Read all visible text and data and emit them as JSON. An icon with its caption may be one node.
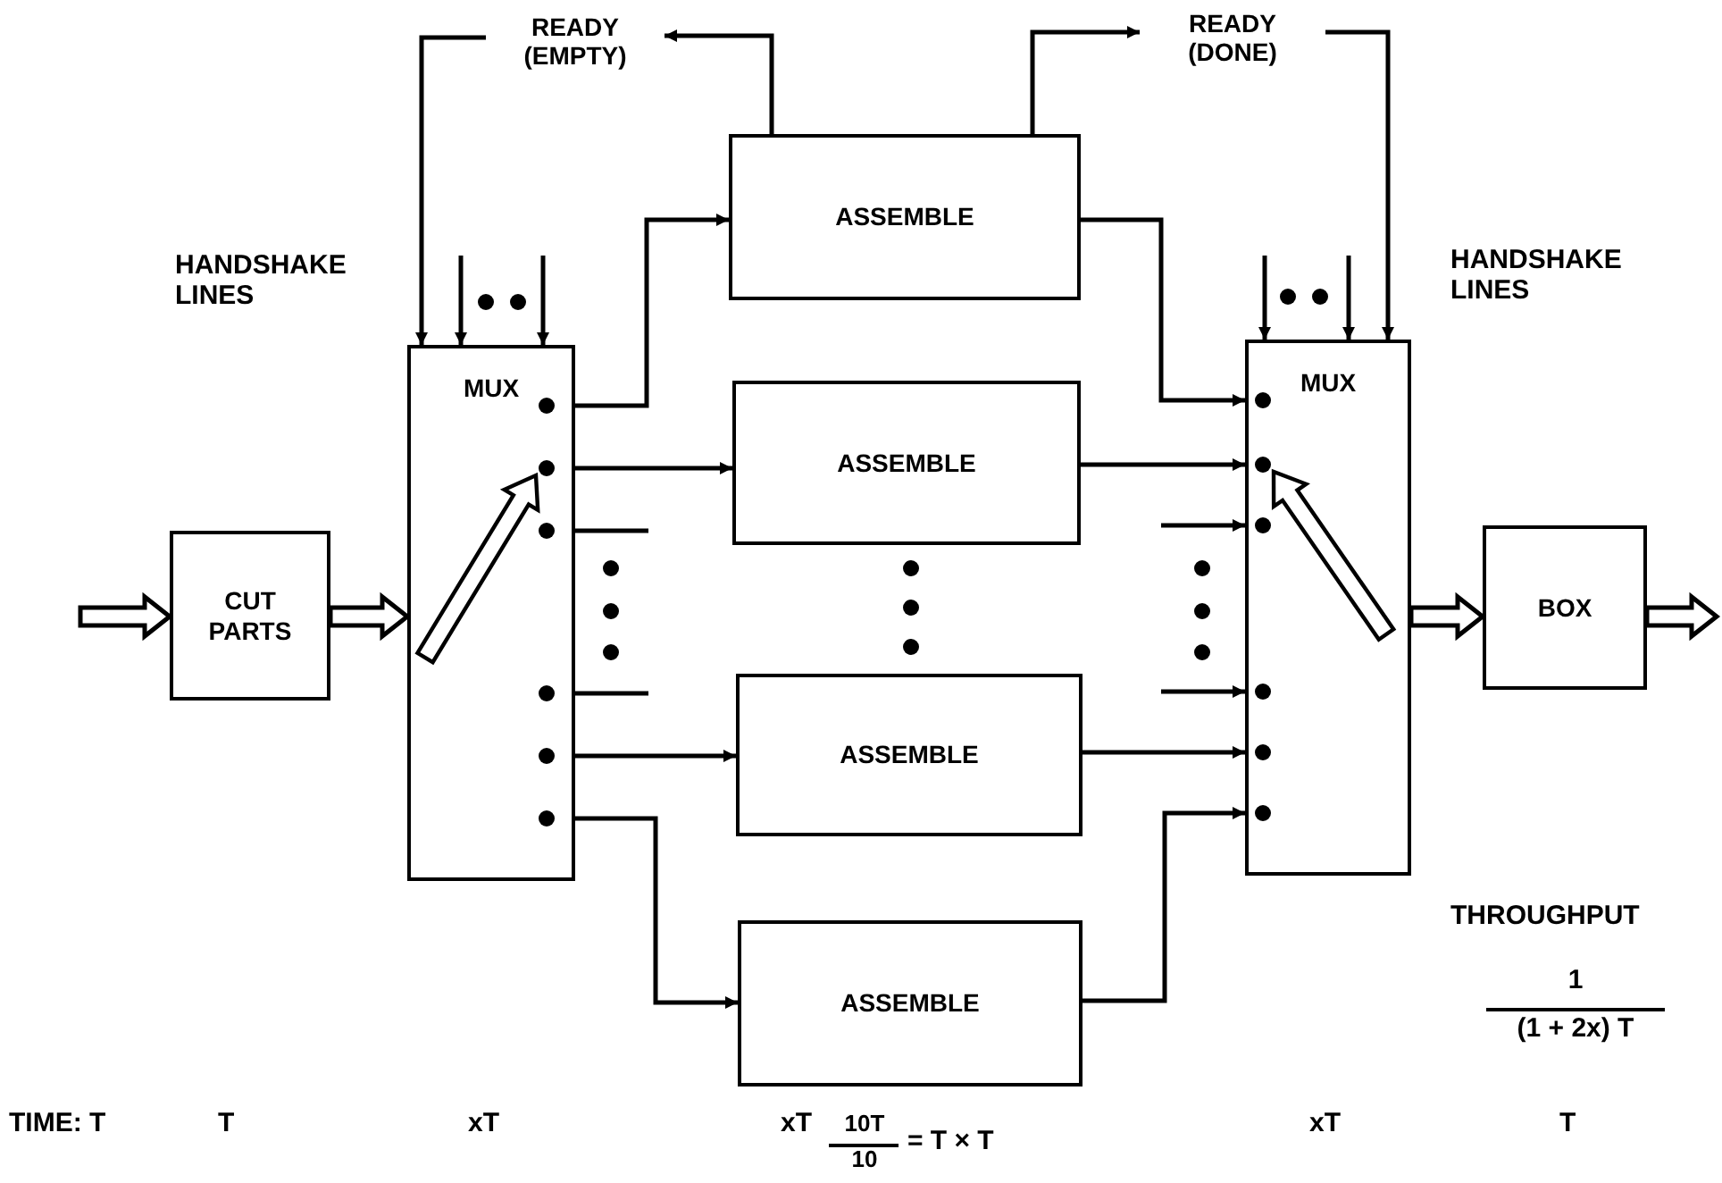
{
  "diagram": {
    "nodes": [
      {
        "text": [
          "CUT PARTS"
        ]
      },
      {
        "text": [
          "MUX"
        ]
      },
      {
        "text": [
          "ASSEMBLE"
        ]
      },
      {
        "text": [
          "ASSEMBLE"
        ]
      },
      {
        "text": [
          "ASSEMBLE"
        ]
      },
      {
        "text": [
          "ASSEMBLE"
        ]
      },
      {
        "text": [
          "MUX"
        ]
      },
      {
        "text": [
          "BOX"
        ]
      },
      {
        "text": [
          "READY (EMPTY)"
        ]
      },
      {
        "text": [
          "READY (DONE)"
        ]
      }
    ],
    "edges": [
      {
        "from": null,
        "to": 0,
        "arrow": "to",
        "style": "thick"
      },
      {
        "from": 0,
        "to": 1,
        "arrow": "to",
        "style": "thick"
      },
      {
        "from": 1,
        "to": 2,
        "arrow": "to"
      },
      {
        "from": 1,
        "to": 3,
        "arrow": "to"
      },
      {
        "from": 1,
        "to": null,
        "arrow": "none"
      },
      {
        "from": 1,
        "to": null,
        "arrow": "none"
      },
      {
        "from": 1,
        "to": 4,
        "arrow": "to"
      },
      {
        "from": 1,
        "to": 5,
        "arrow": "to"
      },
      {
        "from": 2,
        "to": 6,
        "arrow": "to"
      },
      {
        "from": 3,
        "to": 6,
        "arrow": "to"
      },
      {
        "from": null,
        "to": 6,
        "arrow": "to"
      },
      {
        "from": null,
        "to": 6,
        "arrow": "to"
      },
      {
        "from": 4,
        "to": 6,
        "arrow": "to"
      },
      {
        "from": 5,
        "to": 6,
        "arrow": "to"
      },
      {
        "from": 6,
        "to": 7,
        "arrow": "to",
        "style": "thick"
      },
      {
        "from": 7,
        "to": null,
        "arrow": "to",
        "style": "thick"
      },
      {
        "from": 2,
        "to": 8,
        "arrow": "to"
      },
      {
        "from": 8,
        "to": 1,
        "arrow": "to"
      },
      {
        "from": 2,
        "to": 9,
        "arrow": "to"
      },
      {
        "from": 9,
        "to": 6,
        "arrow": "to"
      },
      {
        "from": null,
        "to": 1,
        "arrow": "to"
      },
      {
        "from": null,
        "to": 1,
        "arrow": "to"
      },
      {
        "from": null,
        "to": 6,
        "arrow": "to"
      },
      {
        "from": null,
        "to": 6,
        "arrow": "to"
      }
    ],
    "labels": [
      "HANDSHAKE LINES",
      "HANDSHAKE LINES",
      "THROUGHPUT",
      "1",
      "(1 + 2x) T",
      "TIME: T",
      "T",
      "xT",
      "xT",
      "10T",
      "10",
      "= T × T",
      "xT",
      "T"
    ]
  }
}
